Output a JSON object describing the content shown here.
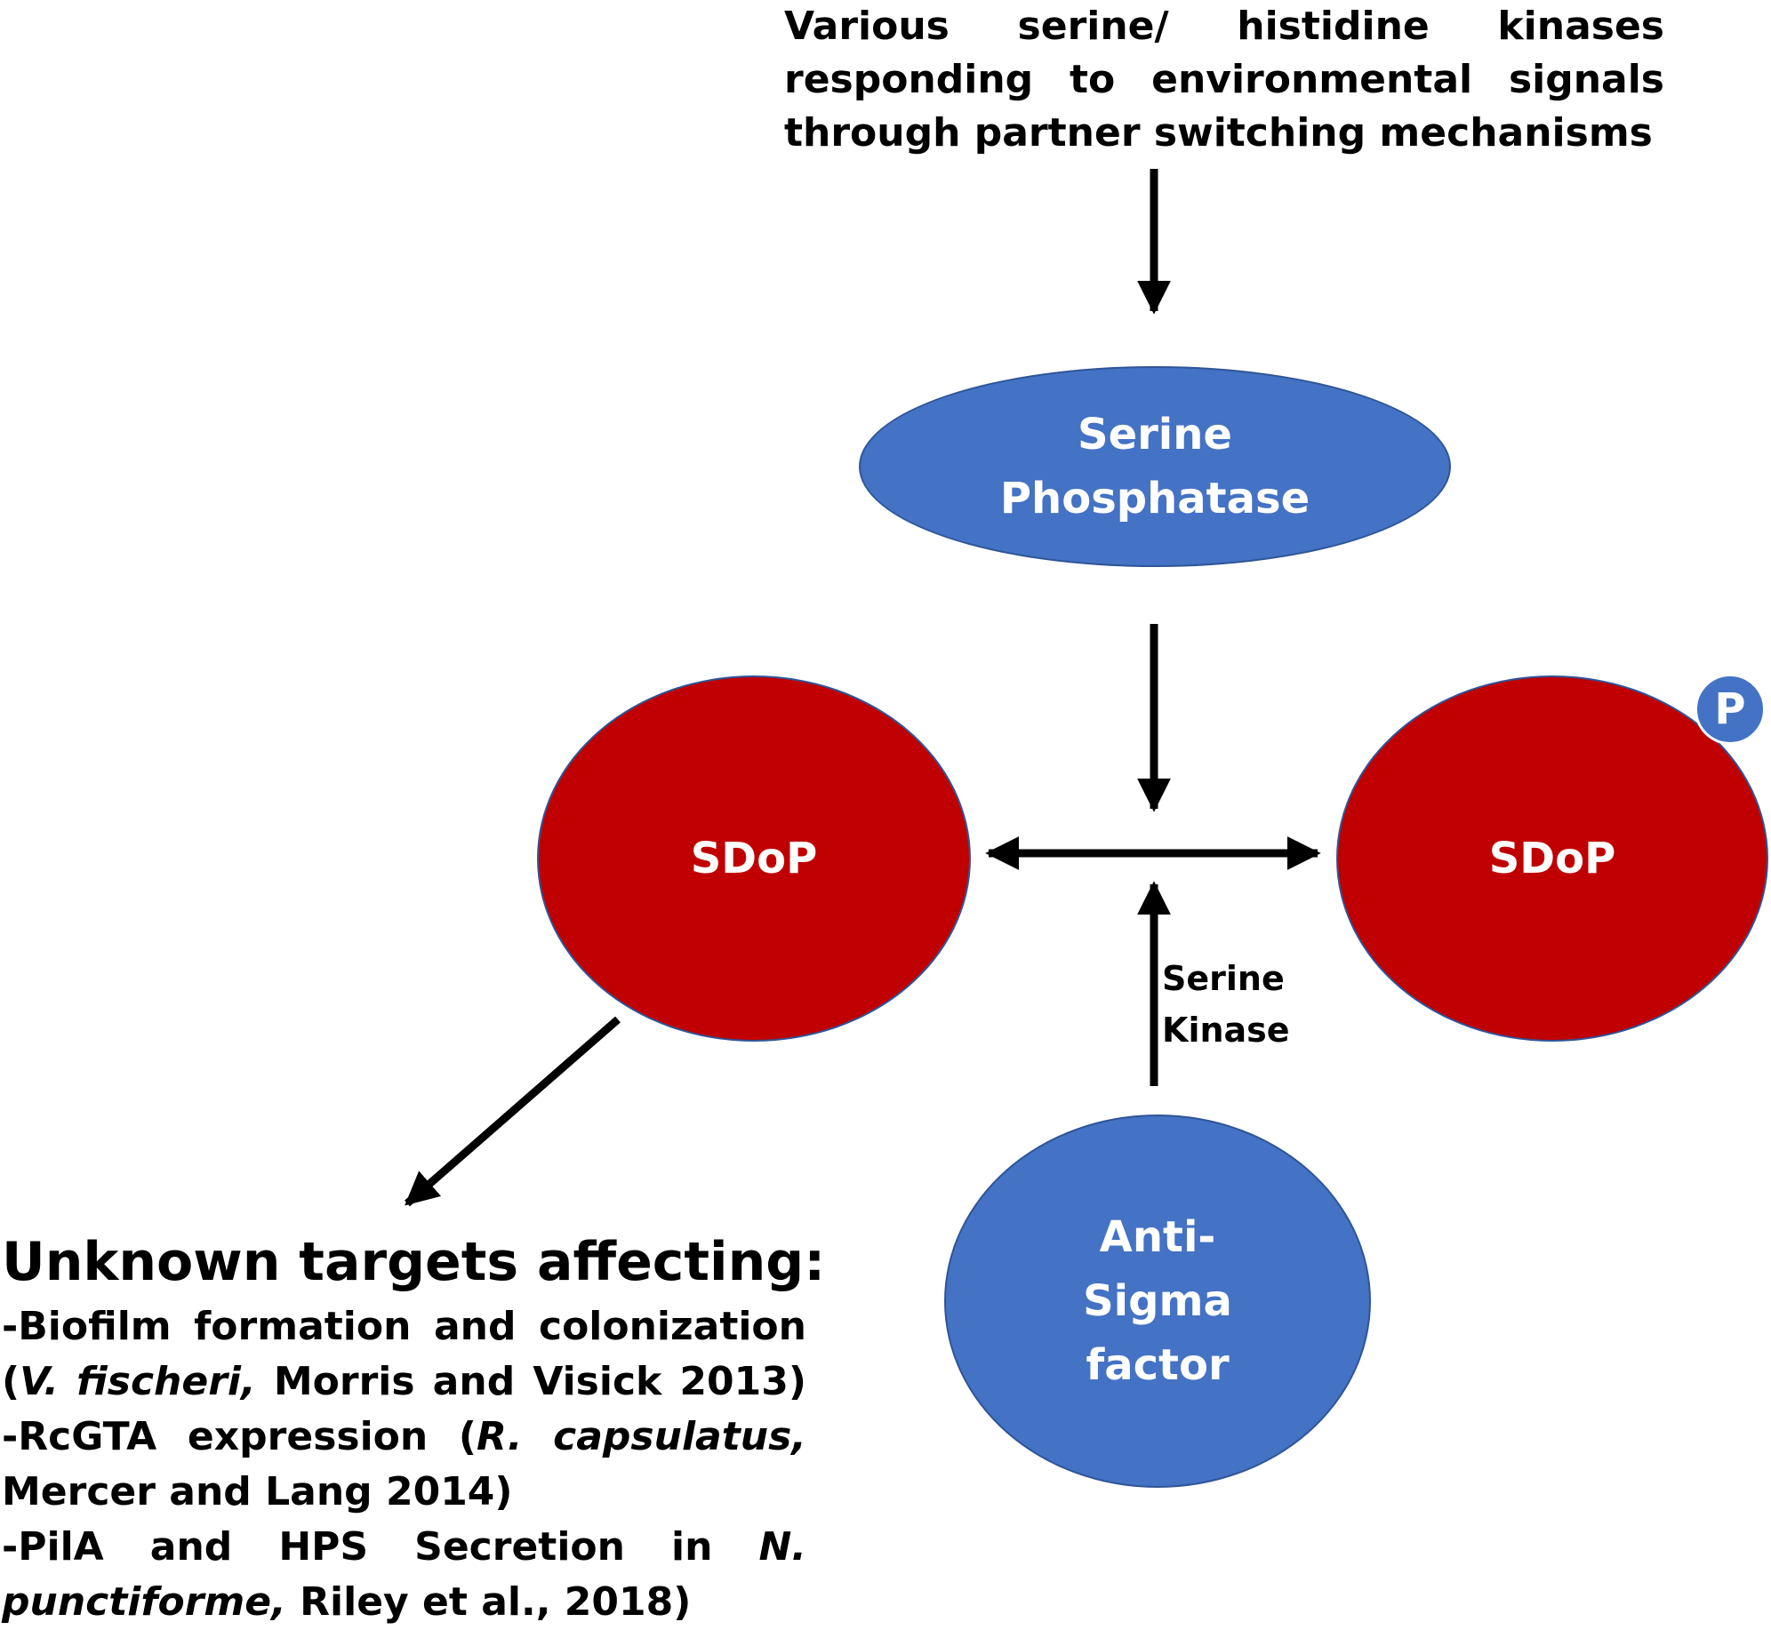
{
  "top_text": {
    "line1": "Various serine/ histidine kinases",
    "line2": "responding to environmental signals",
    "line3": "through partner switching mechanisms"
  },
  "nodes": {
    "phosphatase": {
      "line1": "Serine",
      "line2": "Phosphatase",
      "color": "#4472c4"
    },
    "sdop_left": {
      "label": "SDoP",
      "color": "#c00000"
    },
    "sdop_right": {
      "label": "SDoP",
      "color": "#c00000"
    },
    "phospho_badge": {
      "label": "P",
      "color": "#4472c4"
    },
    "antisigma": {
      "line1": "Anti-",
      "line2": "Sigma",
      "line3": "factor",
      "color": "#4472c4"
    }
  },
  "kinase_label": {
    "line1": "Serine",
    "line2": "Kinase"
  },
  "targets": {
    "heading": "Unknown targets affecting:",
    "item1_a": "-Biofilm formation and colonization",
    "item1_b_open": "(",
    "item1_b_italic": "V. fischeri,",
    "item1_b_rest": " Morris and Visick 2013)",
    "item2_a": "-RcGTA expression (",
    "item2_a_italic": "R. capsulatus,",
    "item2_b": "Mercer and Lang 2014)",
    "item3_a": "-PilA and HPS Secretion in ",
    "item3_a_italic": "N.",
    "item3_b_italic": "punctiforme,",
    "item3_b_rest": " Riley et al., 2018)"
  }
}
